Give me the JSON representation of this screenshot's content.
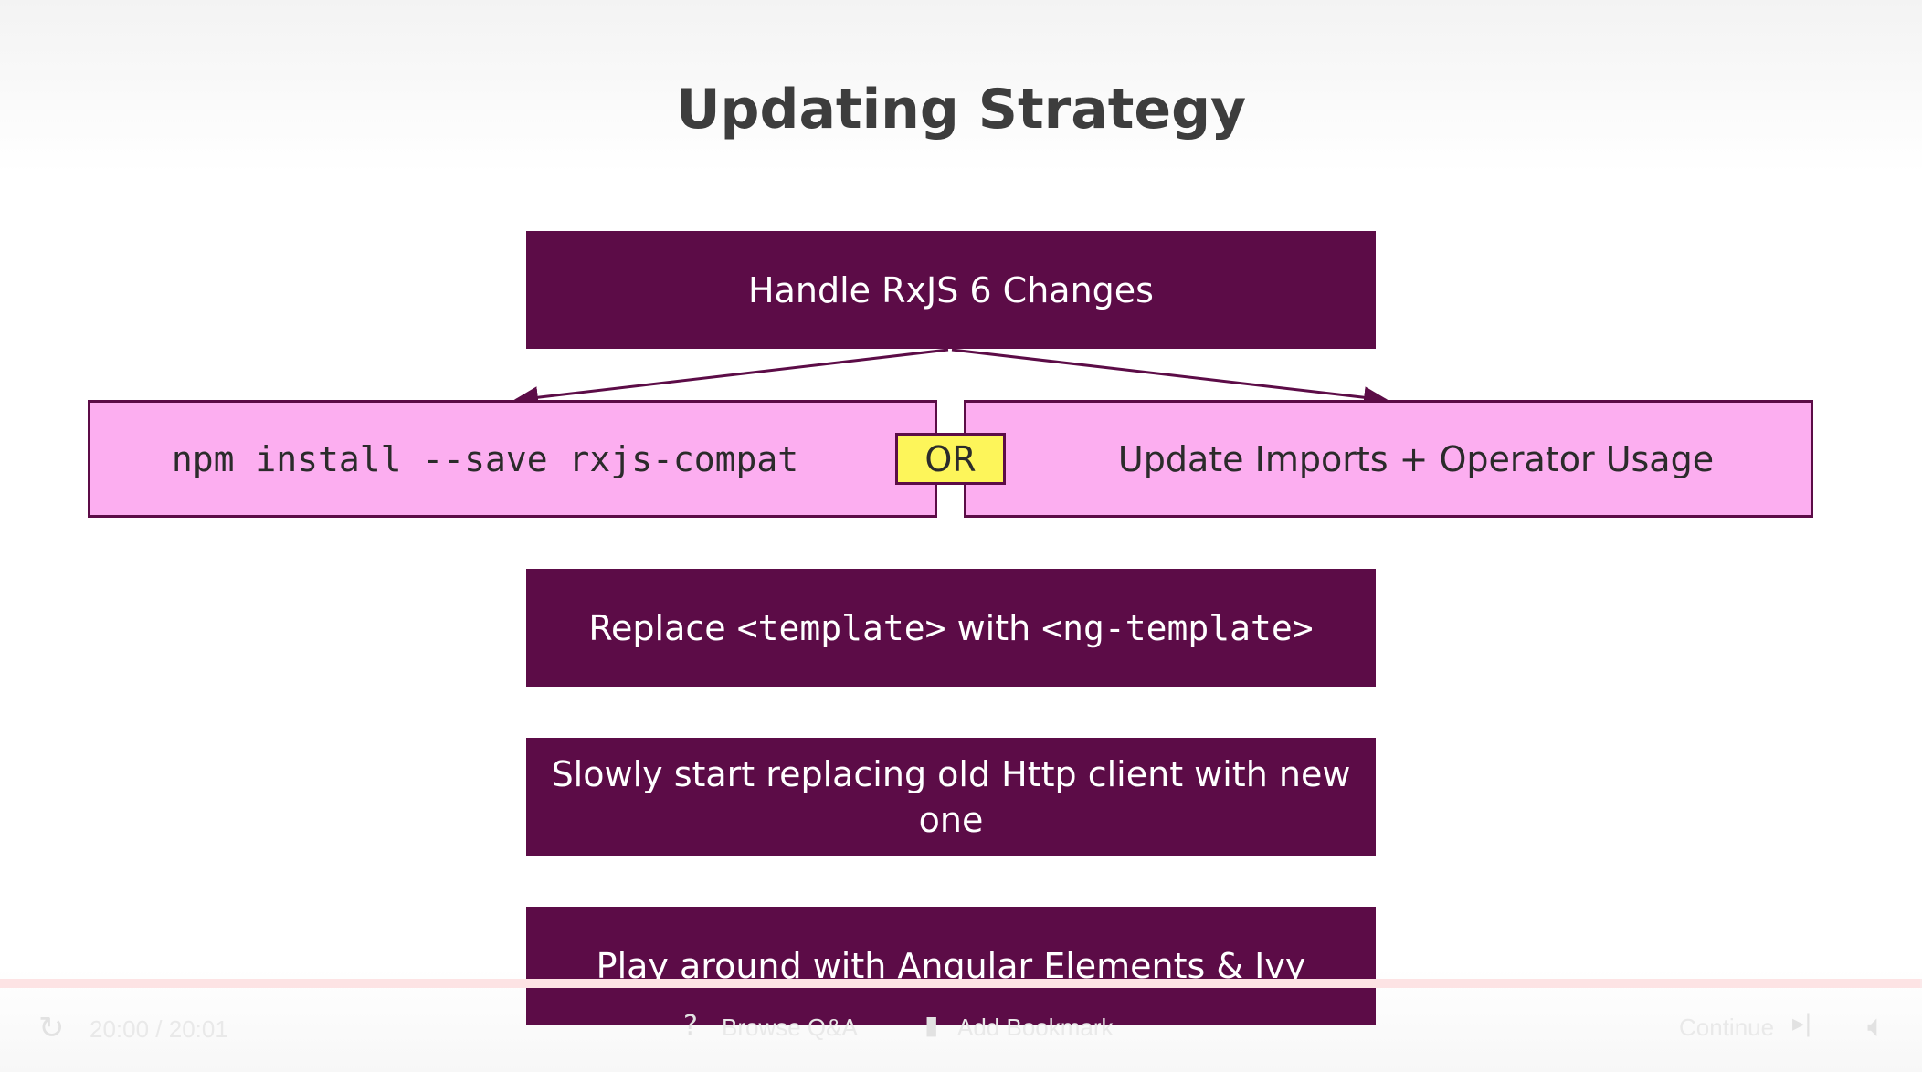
{
  "slide": {
    "title": "Updating Strategy",
    "steps": {
      "rxjs": "Handle RxJS 6 Changes",
      "option_left": "npm install --save rxjs-compat",
      "or_label": "OR",
      "option_right": "Update Imports + Operator Usage",
      "template": {
        "prefix": "Replace ",
        "code1": "<template>",
        "middle": " with ",
        "code2": "<ng-template>"
      },
      "http": "Slowly start replacing old Http client with new one",
      "elements": "Play around with Angular Elements & Ivy"
    },
    "colors": {
      "dark_box": "#5c0c47",
      "pink_box": "#fcaef0",
      "or_badge": "#fdf55a"
    }
  },
  "player": {
    "time": "20:00 / 20:01",
    "progress": 0.999,
    "browse_qa": "Browse Q&A",
    "add_bookmark": "Add Bookmark",
    "continue": "Continue",
    "icons": [
      "replay-icon",
      "question-icon",
      "bookmark-icon",
      "skip-next-icon",
      "volume-icon"
    ]
  }
}
